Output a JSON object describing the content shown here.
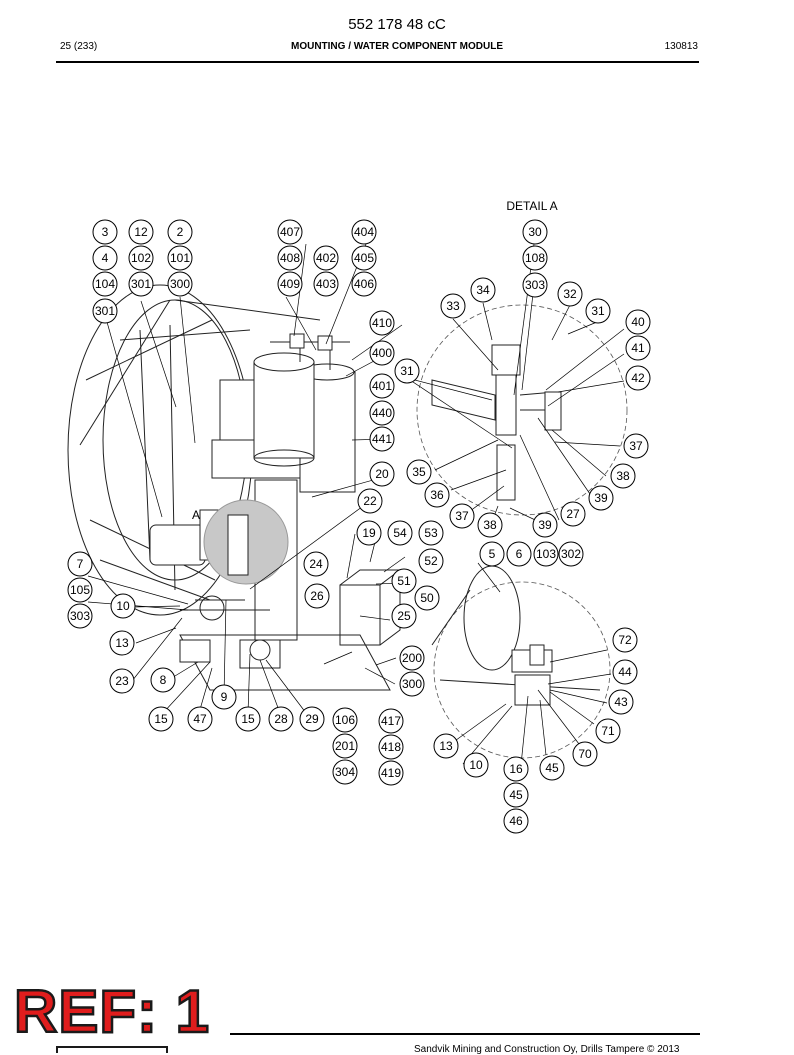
{
  "header": {
    "document_number": "552 178 48 cC",
    "page": "25 (233)",
    "title": "MOUNTING / WATER COMPONENT MODULE",
    "date_code": "130813"
  },
  "drawing": {
    "detail_label": "DETAIL  A",
    "view_marker": "A",
    "main_balloons": [
      "3",
      "4",
      "104",
      "301",
      "12",
      "102",
      "301",
      "2",
      "101",
      "300",
      "407",
      "408",
      "409",
      "402",
      "403",
      "404",
      "405",
      "406",
      "410",
      "400",
      "401",
      "440",
      "441",
      "20",
      "22",
      "19",
      "54",
      "53",
      "52",
      "51",
      "50",
      "25",
      "24",
      "26",
      "200",
      "300",
      "7",
      "105",
      "303",
      "10",
      "13",
      "23",
      "8",
      "9",
      "15",
      "47",
      "15",
      "28",
      "29",
      "106",
      "201",
      "304",
      "417",
      "418",
      "419"
    ],
    "detail_a_balloons": [
      "30",
      "108",
      "303",
      "34",
      "33",
      "32",
      "31",
      "40",
      "41",
      "31",
      "42",
      "37",
      "38",
      "39",
      "27",
      "35",
      "36",
      "37",
      "38",
      "39"
    ],
    "lower_detail_balloons": [
      "5",
      "6",
      "103",
      "302",
      "72",
      "44",
      "43",
      "71",
      "70",
      "45",
      "16",
      "45",
      "46",
      "10",
      "13"
    ],
    "leader_lines": [
      [
        141,
        301,
        176,
        407
      ],
      [
        180,
        297,
        195,
        443
      ],
      [
        107,
        322,
        162,
        517
      ],
      [
        306,
        244,
        294,
        336
      ],
      [
        366,
        244,
        326,
        344
      ],
      [
        286,
        297,
        316,
        350
      ],
      [
        402,
        325,
        352,
        360
      ],
      [
        389,
        353,
        346,
        376
      ],
      [
        390,
        439,
        352,
        440
      ],
      [
        384,
        477,
        312,
        497
      ],
      [
        370,
        501,
        250,
        589
      ],
      [
        355,
        534,
        347,
        578
      ],
      [
        377,
        534,
        370,
        562
      ],
      [
        405,
        557,
        384,
        572
      ],
      [
        405,
        583,
        376,
        584
      ],
      [
        88,
        576,
        188,
        604
      ],
      [
        88,
        602,
        188,
        610
      ],
      [
        133,
        607,
        180,
        606
      ],
      [
        136,
        643,
        176,
        628
      ],
      [
        132,
        681,
        182,
        618
      ],
      [
        170,
        679,
        198,
        662
      ],
      [
        163,
        713,
        210,
        662
      ],
      [
        199,
        713,
        212,
        668
      ],
      [
        224,
        696,
        226,
        600
      ],
      [
        248,
        713,
        250,
        654
      ],
      [
        280,
        713,
        260,
        660
      ],
      [
        306,
        713,
        266,
        660
      ],
      [
        324,
        664,
        352,
        652
      ],
      [
        390,
        620,
        360,
        616
      ],
      [
        396,
        658,
        376,
        665
      ],
      [
        395,
        684,
        365,
        668
      ],
      [
        534,
        244,
        514,
        395
      ],
      [
        534,
        285,
        522,
        390
      ],
      [
        483,
        303,
        492,
        340
      ],
      [
        453,
        319,
        498,
        370
      ],
      [
        570,
        305,
        552,
        340
      ],
      [
        597,
        322,
        568,
        334
      ],
      [
        624,
        329,
        546,
        390
      ],
      [
        624,
        354,
        548,
        406
      ],
      [
        624,
        381,
        558,
        392
      ],
      [
        620,
        446,
        555,
        442
      ],
      [
        606,
        476,
        552,
        430
      ],
      [
        590,
        494,
        538,
        418
      ],
      [
        559,
        520,
        520,
        435
      ],
      [
        407,
        378,
        492,
        400
      ],
      [
        407,
        378,
        512,
        448
      ],
      [
        435,
        470,
        498,
        440
      ],
      [
        451,
        490,
        506,
        470
      ],
      [
        462,
        517,
        504,
        486
      ],
      [
        490,
        527,
        498,
        506
      ],
      [
        550,
        527,
        510,
        508
      ],
      [
        478,
        563,
        500,
        592
      ],
      [
        607,
        650,
        550,
        662
      ],
      [
        611,
        674,
        548,
        684
      ],
      [
        607,
        703,
        550,
        690
      ],
      [
        594,
        724,
        550,
        692
      ],
      [
        579,
        744,
        538,
        690
      ],
      [
        546,
        755,
        540,
        700
      ],
      [
        521,
        765,
        528,
        696
      ],
      [
        463,
        764,
        512,
        706
      ],
      [
        452,
        743,
        506,
        704
      ]
    ]
  },
  "footer": {
    "ref_label": "REF: 1",
    "copyright": "Sandvik Mining and Construction Oy, Drills Tampere © 2013"
  }
}
